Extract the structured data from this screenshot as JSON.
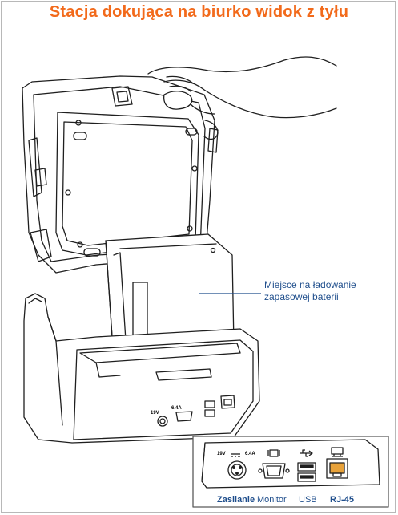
{
  "title": "Stacja dokująca na biurko widok z tyłu",
  "callout": {
    "line1": "Miejsce na ładowanie",
    "line2": "zapasowej baterii"
  },
  "ports": {
    "power_spec_v": "19V",
    "power_spec_a": "6.4A",
    "power_label": "Zasilanie",
    "monitor_label": "Monitor",
    "usb_label": "USB",
    "rj45_label": "RJ-45"
  },
  "colors": {
    "title": "#f26a1b",
    "label": "#1f4e8c",
    "line": "#1f1f1f"
  }
}
